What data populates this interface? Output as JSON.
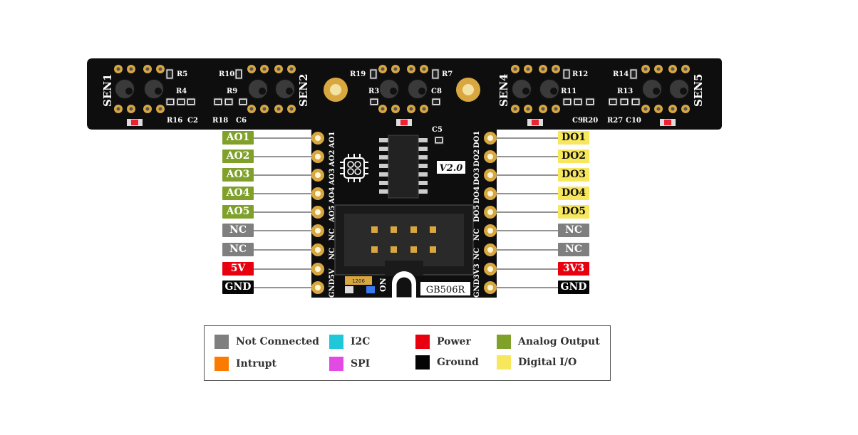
{
  "board": {
    "name": "GB506R",
    "version": "V2.0",
    "sensors": [
      "SEN1",
      "SEN2",
      "SEN4",
      "SEN5"
    ],
    "components": [
      "R5",
      "R4",
      "R16",
      "C2",
      "R10",
      "R9",
      "R18",
      "C6",
      "R19",
      "R3",
      "R7",
      "C8",
      "C5",
      "R12",
      "R11",
      "C9",
      "R20",
      "R14",
      "R13",
      "R27",
      "C10"
    ],
    "left_header_silk": [
      "AO1",
      "AO2",
      "AO3",
      "AO4",
      "AO5",
      "NC",
      "NC",
      "5V",
      "GND"
    ],
    "right_header_silk": [
      "DO1",
      "DO2",
      "DO3",
      "DO4",
      "DO5",
      "NC",
      "NC",
      "3V3",
      "GND"
    ],
    "on_silk": "ON",
    "led_code": "1206"
  },
  "pins": {
    "left": [
      {
        "label": "AO1",
        "type": "analog"
      },
      {
        "label": "AO2",
        "type": "analog"
      },
      {
        "label": "AO3",
        "type": "analog"
      },
      {
        "label": "AO4",
        "type": "analog"
      },
      {
        "label": "AO5",
        "type": "analog"
      },
      {
        "label": "NC",
        "type": "nc"
      },
      {
        "label": "NC",
        "type": "nc"
      },
      {
        "label": "5V",
        "type": "power"
      },
      {
        "label": "GND",
        "type": "ground"
      }
    ],
    "right": [
      {
        "label": "DO1",
        "type": "digital"
      },
      {
        "label": "DO2",
        "type": "digital"
      },
      {
        "label": "DO3",
        "type": "digital"
      },
      {
        "label": "DO4",
        "type": "digital"
      },
      {
        "label": "DO5",
        "type": "digital"
      },
      {
        "label": "NC",
        "type": "nc"
      },
      {
        "label": "NC",
        "type": "nc"
      },
      {
        "label": "3V3",
        "type": "power"
      },
      {
        "label": "GND",
        "type": "ground"
      }
    ]
  },
  "legend": [
    {
      "label": "Not Connected",
      "color": "#7f7f7f"
    },
    {
      "label": "Intrupt",
      "color": "#fb7b00"
    },
    {
      "label": "I2C",
      "color": "#1fc7d9"
    },
    {
      "label": "SPI",
      "color": "#e34ae3"
    },
    {
      "label": "Power",
      "color": "#e8000f"
    },
    {
      "label": "Ground",
      "color": "#050505"
    },
    {
      "label": "Analog Output",
      "color": "#7fa12a"
    },
    {
      "label": "Digital I/O",
      "color": "#f7e75c"
    }
  ]
}
